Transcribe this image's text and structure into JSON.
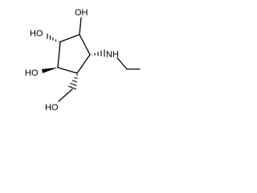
{
  "molecule": {
    "labels": {
      "oh_top": "OH",
      "ho_left": "HO",
      "ho_bottom_left": "HO",
      "nh": "NH",
      "ho_hydroxymethyl": "HO"
    }
  }
}
